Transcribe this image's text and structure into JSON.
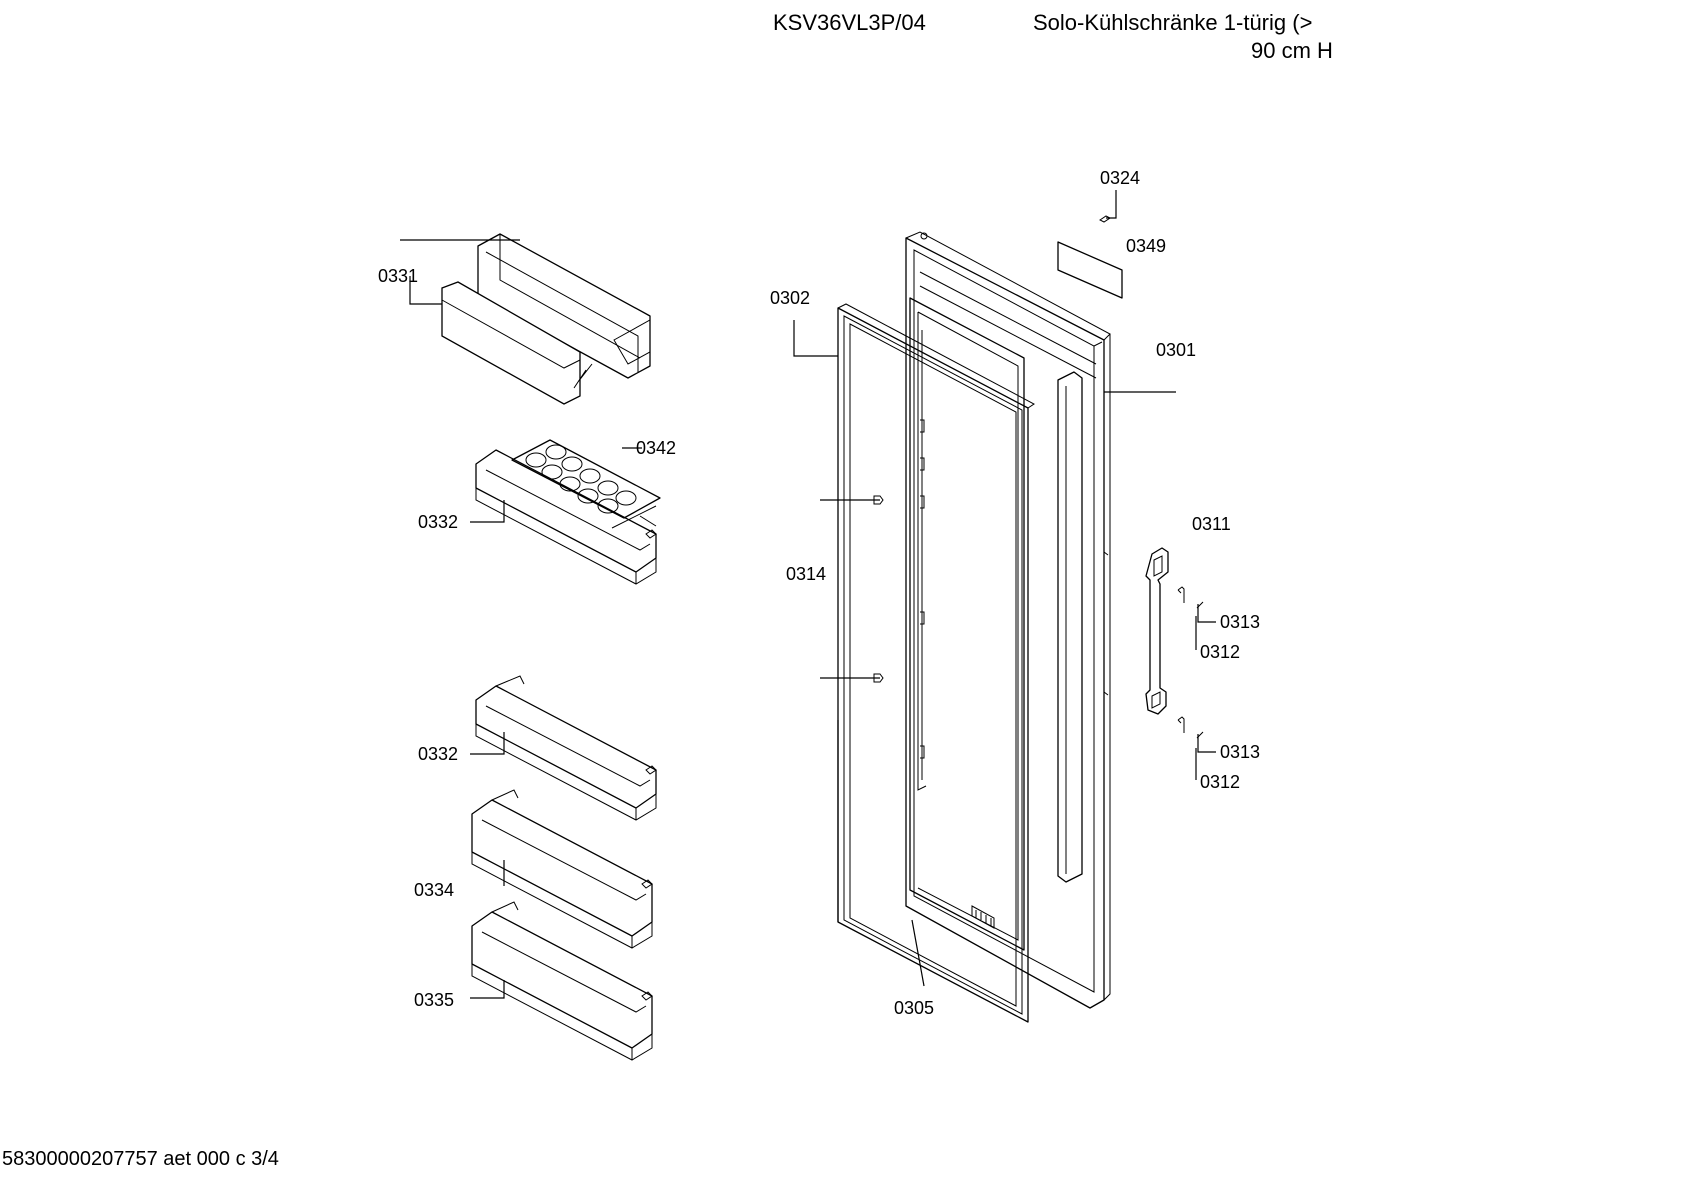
{
  "header": {
    "model": "KSV36VL3P/04",
    "description_line1": "Solo-Kühlschränke 1-türig (>",
    "description_line2": "90 cm H"
  },
  "footer": {
    "doc_id": "58300000207757 aet 000 c 3/4"
  },
  "callouts": {
    "c0301": "0301",
    "c0302": "0302",
    "c0305": "0305",
    "c0311": "0311",
    "c0312a": "0312",
    "c0312b": "0312",
    "c0313a": "0313",
    "c0313b": "0313",
    "c0314": "0314",
    "c0324": "0324",
    "c0331": "0331",
    "c0332a": "0332",
    "c0332b": "0332",
    "c0334": "0334",
    "c0335": "0335",
    "c0342": "0342",
    "c0349": "0349"
  }
}
